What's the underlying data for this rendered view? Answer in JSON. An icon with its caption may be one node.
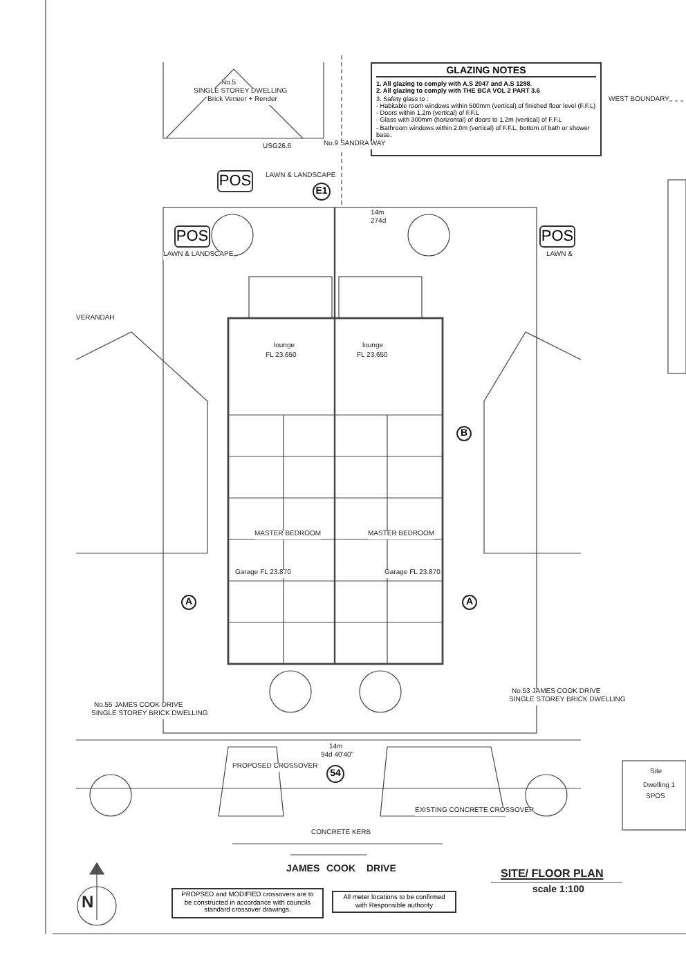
{
  "diagram": {
    "title": "SITE/ FLOOR PLAN",
    "caption": "scale 1:100",
    "nodes": [
      {
        "text": [
          "GLAZING NOTES",
          "1. All glazing to comply with A.S 2047 and A.S 1288.",
          "2. All glazing to comply with THE BCA VOL 2 PART 3.6",
          "3. Safety glass to :",
          "- Habitable room windows within 500mm (vertical) of finished floor level (F.F.L)",
          "- Doors within 1.2m (vertical) of F.F.L",
          "- Glass with 300mm (horizontal) of doors to 1.2m (vertical) of F.F.L",
          "- Bathroom windows within 2.0m (vertical) of F.F.L, bottom of bath or shower base."
        ]
      },
      {
        "text": [
          "POS"
        ]
      },
      {
        "text": [
          "POS"
        ]
      },
      {
        "text": [
          "POS"
        ]
      },
      {
        "text": [
          "E1"
        ]
      },
      {
        "text": [
          "B"
        ]
      },
      {
        "text": [
          "A"
        ]
      },
      {
        "text": [
          "A"
        ]
      },
      {
        "text": [
          "54"
        ]
      },
      {
        "text": [
          "PROPSED and MODIFIED crossovers are to be constructed in accordance with councils standard crossover drawings."
        ]
      },
      {
        "text": [
          "All meter locations to be confirmed with Responsible authority"
        ]
      }
    ],
    "labels": [
      "No.5",
      "SINGLE STOREY DWELLING",
      "Brick Veneer + Render",
      "WEST BOUNDARY",
      "No.9 SANDRA WAY",
      "USG26.6",
      "LAWN & LANDSCAPE",
      "14m",
      "274d",
      "LAWN & LANDSCAPE",
      "LAWN &",
      "VERANDAH",
      "lounge",
      "FL 23.650",
      "lounge",
      "FL 23.650",
      "MASTER BEDROOM",
      "MASTER BEDROOM",
      "Garage FL 23.870",
      "Garage FL 23.870",
      "No.55 JAMES COOK DRIVE",
      "SINGLE STOREY BRICK DWELLING",
      "No.53 JAMES COOK DRIVE",
      "SINGLE STOREY BRICK DWELLING",
      "14m",
      "94d 40'40\"",
      "PROPOSED CROSSOVER",
      "Site",
      "Dwelling 1",
      "SPOS",
      "EXISTING CONCRETE CROSSOVER",
      "CONCRETE KERB",
      "JAMES",
      "COOK",
      "DRIVE",
      "N"
    ]
  }
}
